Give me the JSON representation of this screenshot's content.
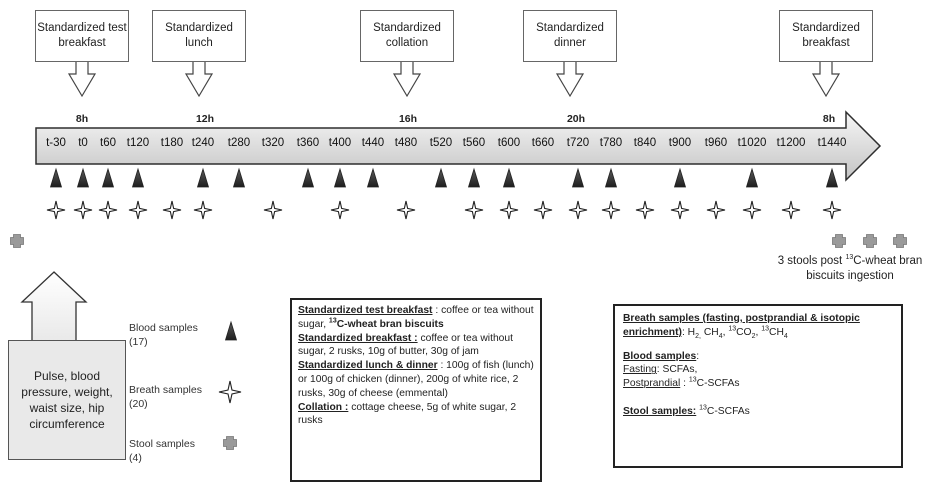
{
  "meals": [
    {
      "label": "Standardized test breakfast"
    },
    {
      "label": "Standardized lunch"
    },
    {
      "label": "Standardized collation"
    },
    {
      "label": "Standardized dinner"
    },
    {
      "label": "Standardized breakfast"
    }
  ],
  "hours": [
    "8h",
    "12h",
    "16h",
    "20h",
    "8h"
  ],
  "timepoints": [
    "t-30",
    "t0",
    "t60",
    "t120",
    "t180",
    "t240",
    "t280",
    "t320",
    "t360",
    "t400",
    "t440",
    "t480",
    "t520",
    "t560",
    "t600",
    "t660",
    "t720",
    "t780",
    "t840",
    "t900",
    "t960",
    "t1020",
    "t1200",
    "t1440"
  ],
  "blood_sample_times": [
    "t-30",
    "t0",
    "t60",
    "t120",
    "t240",
    "t280",
    "t360",
    "t400",
    "t440",
    "t520",
    "t560",
    "t600",
    "t720",
    "t780",
    "t900",
    "t1020",
    "t1440"
  ],
  "breath_sample_times": [
    "t-30",
    "t0",
    "t60",
    "t120",
    "t180",
    "t240",
    "t320",
    "t400",
    "t480",
    "t560",
    "t600",
    "t660",
    "t720",
    "t780",
    "t840",
    "t900",
    "t960",
    "t1020",
    "t1200",
    "t1440"
  ],
  "stool_note": {
    "prefix": "3 stools post ",
    "sup": "13",
    "rest": "C-wheat bran biscuits ingestion"
  },
  "measurements": "Pulse, blood pressure, weight, waist size, hip circumference",
  "legend": {
    "blood": {
      "label": "Blood samples",
      "count": "(17)"
    },
    "breath": {
      "label": "Breath samples",
      "count": "(20)"
    },
    "stool": {
      "label": "Stool samples",
      "count": "(4)"
    }
  },
  "menu": {
    "test_breakfast_title": "Standardized test breakfast",
    "test_breakfast_sep": " : ",
    "test_breakfast_text": "coffee or tea without sugar, ",
    "test_breakfast_bold_sup": "13",
    "test_breakfast_bold": "C-wheat bran biscuits",
    "breakfast_title": "Standardized breakfast :",
    "breakfast_text": " coffee or tea without sugar, 2 rusks, 10g of butter, 30g of jam",
    "lunch_dinner_title": "Standardized lunch & dinner",
    "lunch_dinner_text": " : 100g of fish (lunch) or 100g of chicken (dinner), 200g of white rice, 2 rusks, 30g of cheese (emmental)",
    "collation_title": "Collation :",
    "collation_text": " cottage cheese, 5g of white sugar, 2 rusks"
  },
  "samples": {
    "breath_title": "Breath samples (fasting, postprandial & isotopic enrichment)",
    "breath_colon": ": ",
    "h2": "H",
    "h2_sub": "2,",
    "ch4": " CH",
    "ch4_sub": "4",
    "sep1": ", ",
    "co2_sup": "13",
    "co2": "CO",
    "co2_sub": "2",
    "sep2": ", ",
    "ch4b_sup": "13",
    "ch4b": "CH",
    "ch4b_sub": "4",
    "blood_title": "Blood samples",
    "blood_colon": ":",
    "fasting_label": "Fasting",
    "fasting_text": ": SCFAs,",
    "postprandial_label": "Postprandial",
    "postprandial_text": " : ",
    "postprandial_sup": "13",
    "postprandial_rest": "C-SCFAs",
    "stool_title": "Stool samples:",
    "stool_sup": "13",
    "stool_rest": "C-SCFAs"
  },
  "colors": {
    "arrow_top": "#f4f4f4",
    "arrow_bottom": "#c8c8c8",
    "stroke": "#333333",
    "stool": "#9a9a9a"
  }
}
